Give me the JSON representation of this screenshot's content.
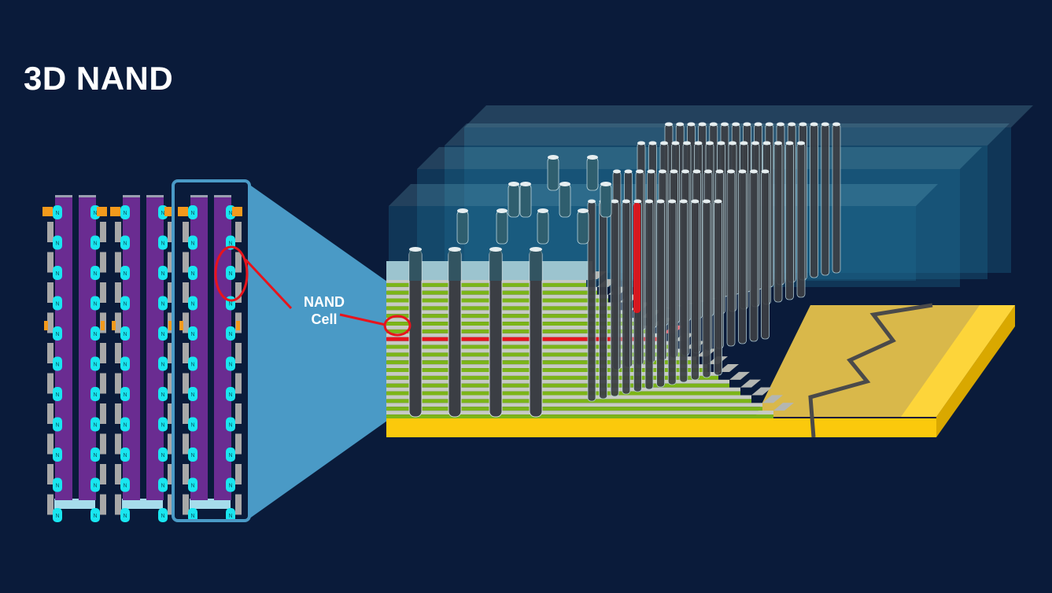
{
  "title": "3D NAND",
  "callout": {
    "line1": "NAND",
    "line2": "Cell"
  },
  "diagram": {
    "planar_view": {
      "string_pairs": 3,
      "cells_per_string": 11,
      "cell_marker": "N",
      "highlighted_pair_index": 2
    },
    "stack_view": {
      "front_pillars": 4,
      "layers": 18,
      "highlighted_layer_index": 7,
      "back_pillar_rows": [
        16,
        15,
        14,
        12
      ]
    },
    "colors": {
      "background": "#0a1b3a",
      "string_purple": "#6a2c91",
      "cell_cyan": "#19e6f0",
      "contact_orange": "#f39a1c",
      "transistor_gray": "#a8a8a8",
      "base_lightblue": "#a6dceb",
      "projection_blue": "#4a9ac6",
      "highlight_red": "#e8141c",
      "layer_green": "#7cb518",
      "layer_gray": "#c7cac4",
      "substrate_yellow": "#fbc90c",
      "pillar_dark": "#3b3e44"
    }
  }
}
